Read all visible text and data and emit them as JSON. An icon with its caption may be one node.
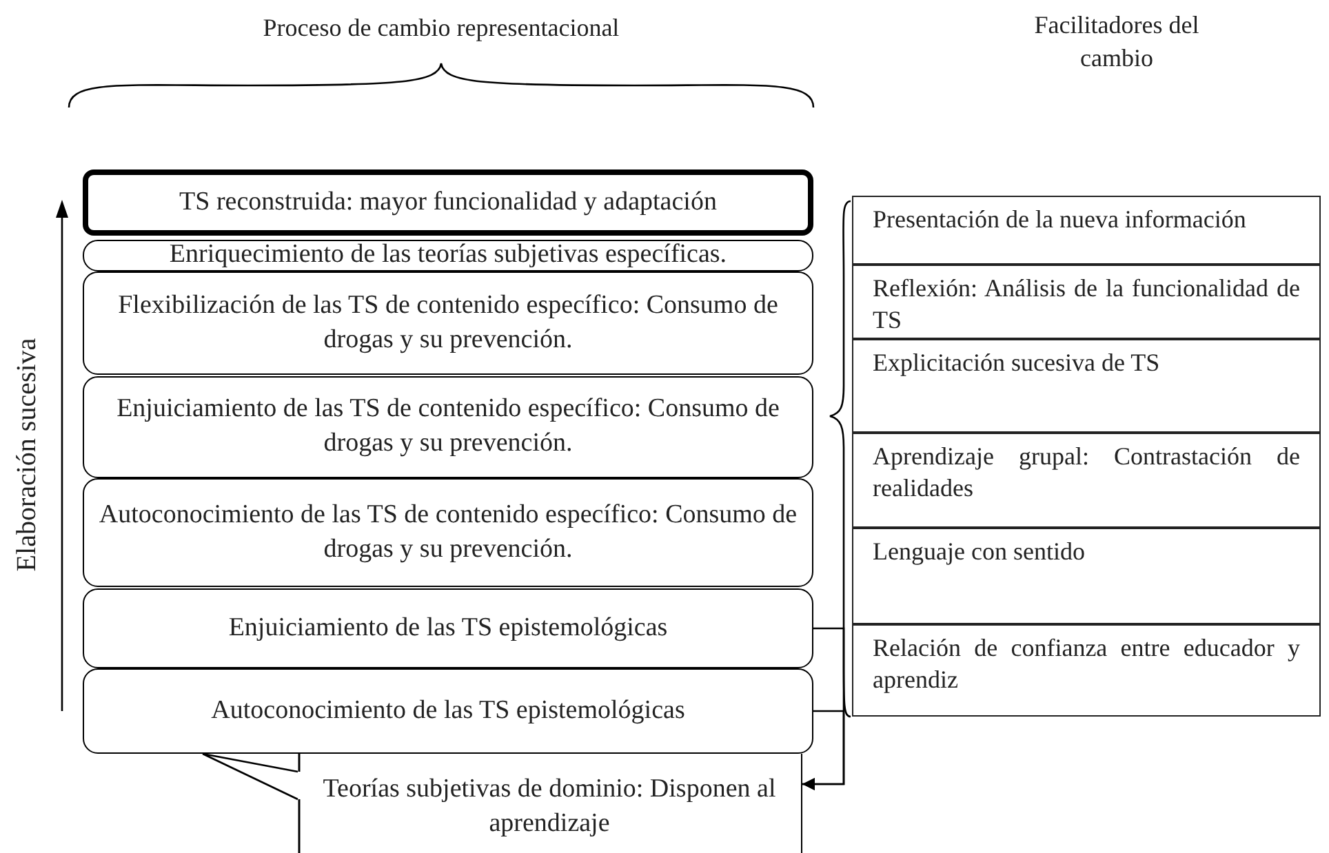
{
  "diagram": {
    "nodes": [
      {
        "text": [
          "TS reconstruida: mayor funcionalidad y adaptación"
        ]
      },
      {
        "text": [
          "Enriquecimiento de las teorías subjetivas específicas."
        ]
      },
      {
        "text": [
          "Flexibilización de las TS de contenido específico: Consumo de drogas y su prevención."
        ]
      },
      {
        "text": [
          "Enjuiciamiento de las TS de contenido específico: Consumo de drogas y su prevención."
        ]
      },
      {
        "text": [
          "Autoconocimiento de las TS de contenido específico: Consumo de drogas y su prevención."
        ]
      },
      {
        "text": [
          "Enjuiciamiento de las TS epistemológicas"
        ]
      },
      {
        "text": [
          "Autoconocimiento de las TS epistemológicas"
        ]
      },
      {
        "text": [
          "Teorías subjetivas de dominio: Disponen al aprendizaje"
        ]
      },
      {
        "text": [
          "Presentación de la nueva información"
        ]
      },
      {
        "text": [
          "Reflexión: Análisis de la funcionalidad de TS"
        ]
      },
      {
        "text": [
          "Explicitación sucesiva de TS"
        ]
      },
      {
        "text": [
          "Aprendizaje grupal: Contrastación de realidades"
        ]
      },
      {
        "text": [
          "Lenguaje con sentido"
        ]
      },
      {
        "text": [
          "Relación de confianza entre educador y aprendiz"
        ]
      }
    ],
    "edges": [
      {
        "from": 7,
        "to": 6,
        "arrow": "none"
      },
      {
        "from": 5,
        "to": 7,
        "arrow": "to"
      },
      {
        "from": 6,
        "to": 7,
        "arrow": "to"
      }
    ],
    "labels": [
      "Proceso de cambio representacional",
      "Facilitadores del cambio",
      "Elaboración sucesiva"
    ]
  }
}
